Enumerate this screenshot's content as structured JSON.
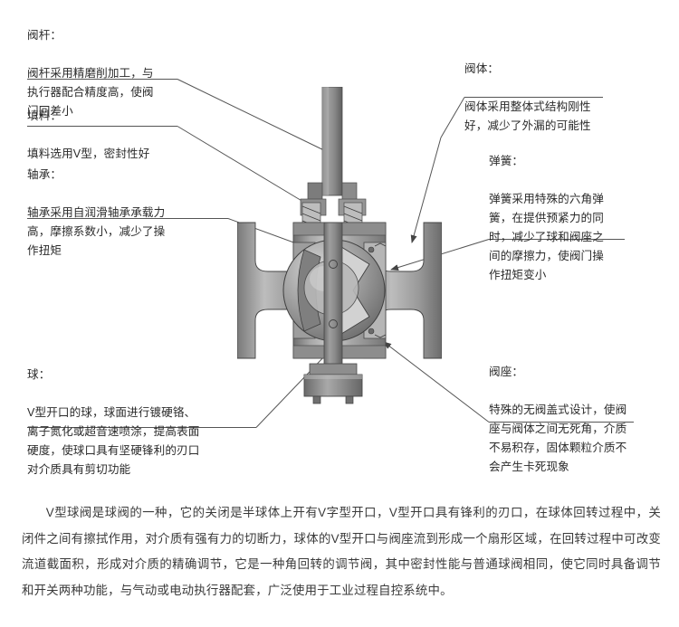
{
  "diagram": {
    "subject": "V型球阀结构剖视图",
    "callouts": [
      {
        "id": "valve-stem",
        "title": "阀杆：",
        "body": "阀杆采用精磨削加工，与\n执行器配合精度高，使阀\n门回差小",
        "side": "left"
      },
      {
        "id": "packing",
        "title": "填料：",
        "body": "填料选用V型，密封性好",
        "side": "left"
      },
      {
        "id": "bearing",
        "title": "轴承：",
        "body": "轴承采用自润滑轴承承载力\n高，摩擦系数小，减少了操\n作扭矩",
        "side": "left"
      },
      {
        "id": "ball",
        "title": "球：",
        "body": "V型开口的球，球面进行镀硬铬、\n离子氮化或超音速喷涂，提高表面\n硬度，使球口具有坚硬锋利的刃口\n对介质具有剪切功能",
        "side": "left"
      },
      {
        "id": "valve-body",
        "title": "阀体：",
        "body": "阀体采用整体式结构刚性\n好，减少了外漏的可能性",
        "side": "right"
      },
      {
        "id": "spring",
        "title": "弹簧：",
        "body": "弹簧采用特殊的六角弹\n簧，在提供预紧力的同\n时，减少了球和阀座之\n间的摩擦力，使阀门操\n作扭矩变小",
        "side": "right"
      },
      {
        "id": "valve-seat",
        "title": "阀座：",
        "body": "特殊的无阀盖式设计，使阀\n座与阀体之间无死角，介质\n不易积存，固体颗粒介质不\n会产生卡死现象",
        "side": "right"
      }
    ]
  },
  "description": {
    "text": "V型球阀是球阀的一种，它的关闭是半球体上开有V字型开口，V型开口具有锋利的刃口，在球体回转过程中，关闭件之间有擦拭作用，对介质有强有力的切断力，球体的V型开口与阀座流到形成一个扇形区域，在回转过程中可改变流道截面积，形成对介质的精确调节，它是一种角回转的调节阀，其中密封性能与普通球阀相同，使它同时具备调节和开关两种功能，与气动或电动执行器配套，广泛使用于工业过程自控系统中。"
  },
  "colors": {
    "text": "#2b2b2b",
    "body_text": "#3a3a3a",
    "leader_line": "#555555",
    "metal_light": "#c9c9c9",
    "metal_mid": "#9a9a9a",
    "metal_dark": "#6e6e6e",
    "metal_darker": "#4f4f4f"
  }
}
